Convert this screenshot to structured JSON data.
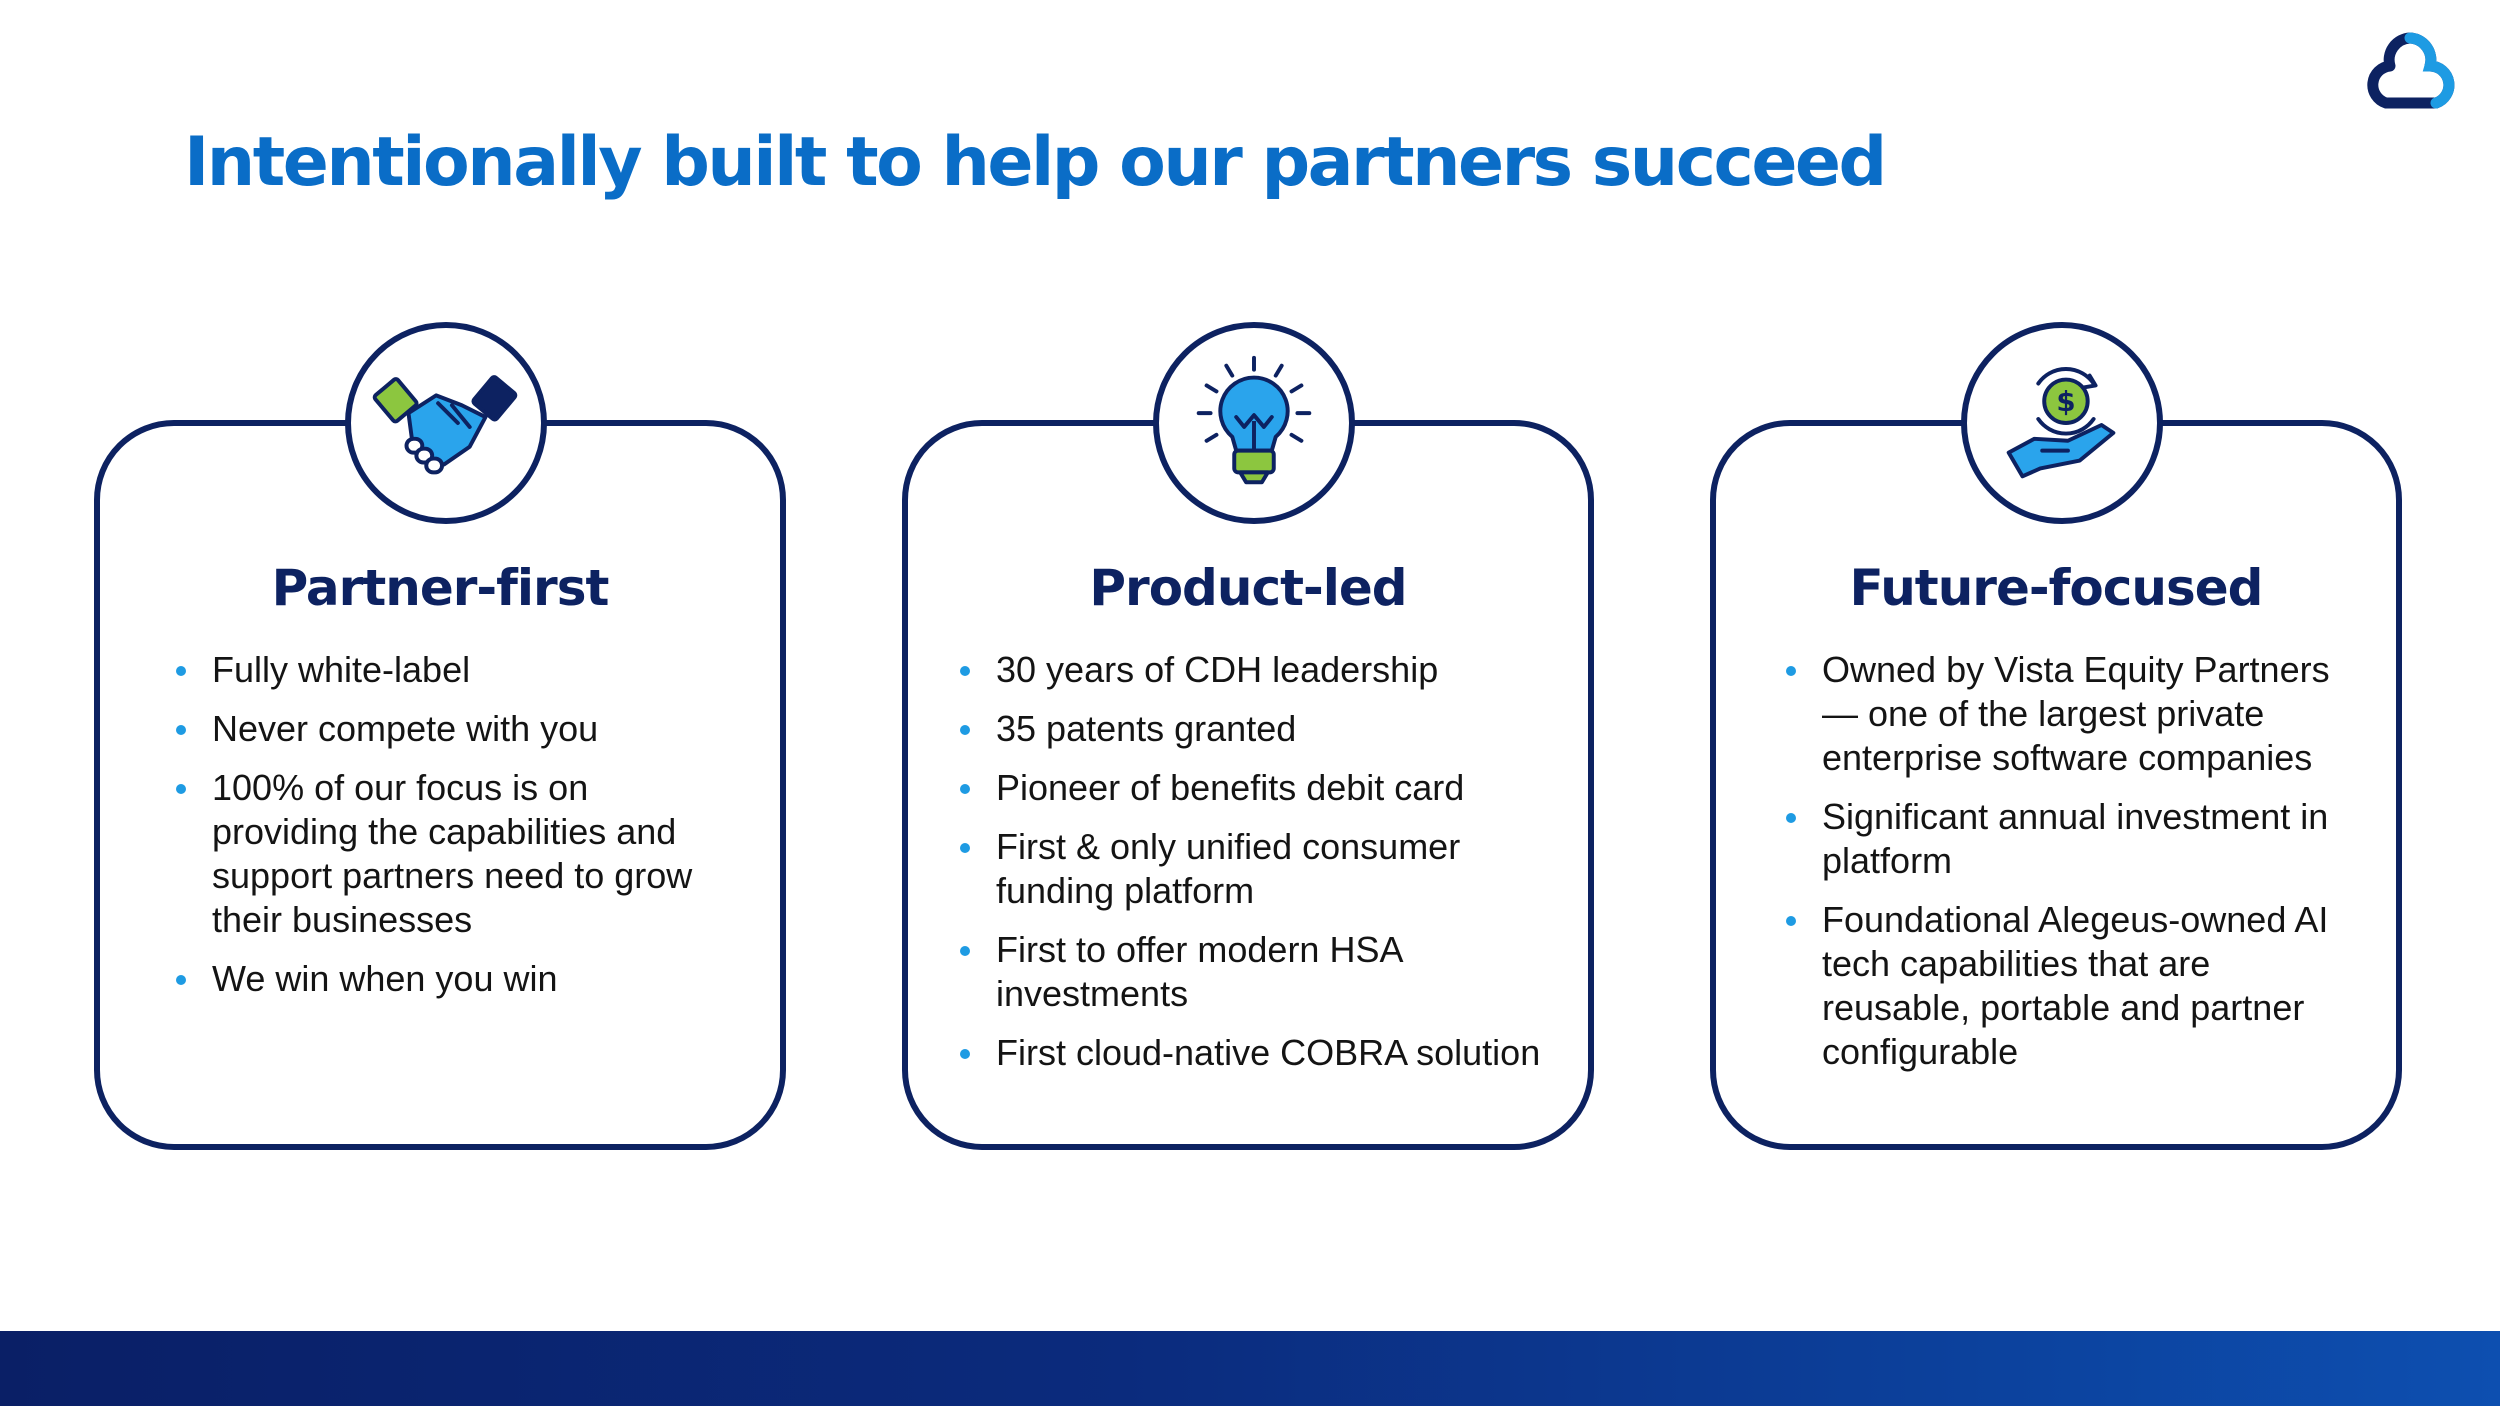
{
  "title": "Intentionally built to help our partners succeed",
  "colors": {
    "title": "#0a6dc7",
    "navy": "#0d2261",
    "bullet": "#1e9be3",
    "lime": "#8cc63f",
    "icon_blue": "#2aa4ec"
  },
  "cards": [
    {
      "icon": "handshake-icon",
      "title": "Partner-first",
      "bullets": [
        "Fully white-label",
        "Never compete with you",
        "100% of our focus is on providing the capabilities and support partners need to grow their businesses",
        "We win when you win"
      ]
    },
    {
      "icon": "lightbulb-icon",
      "title": "Product-led",
      "bullets": [
        "30 years of CDH leadership",
        "35 patents granted",
        "Pioneer of benefits debit card",
        "First & only unified consumer funding platform",
        "First to offer modern HSA investments",
        "First cloud-native COBRA solution"
      ]
    },
    {
      "icon": "hand-coin-icon",
      "title": "Future-focused",
      "bullets": [
        "Owned by Vista Equity Partners — one of the largest private enterprise software companies",
        "Significant annual investment in platform",
        "Foundational Alegeus-owned AI tech capabilities that are reusable, portable and partner configurable"
      ]
    }
  ]
}
